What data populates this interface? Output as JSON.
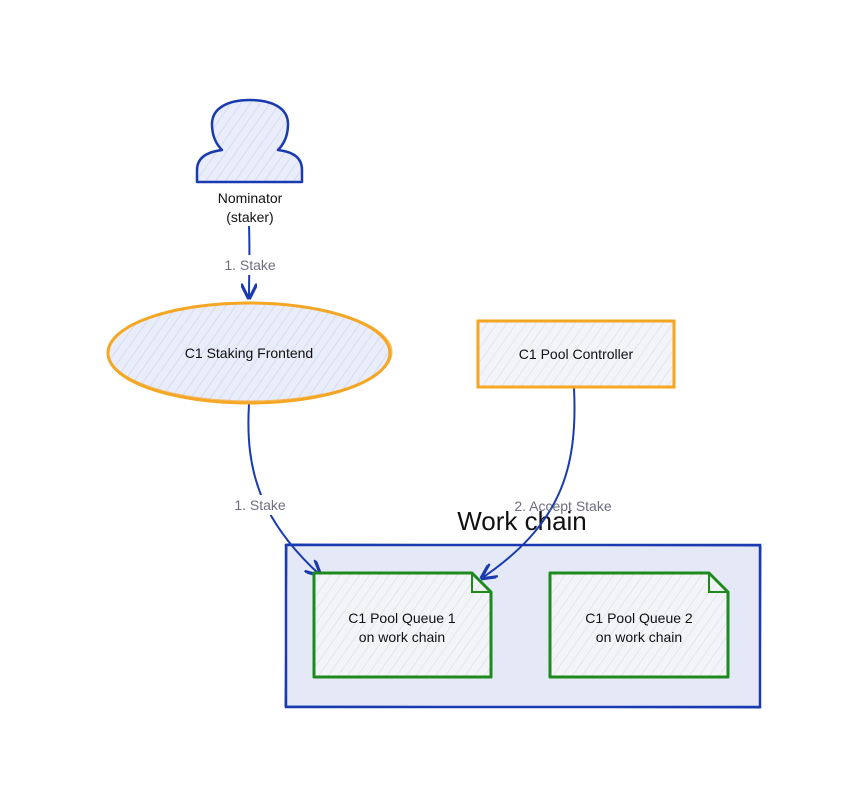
{
  "diagram": {
    "actor": {
      "line1": "Nominator",
      "line2": "(staker)"
    },
    "nodes": {
      "frontend": "C1 Staking Frontend",
      "controller": "C1 Pool Controller",
      "queue1": {
        "line1": "C1 Pool Queue 1",
        "line2": "on work chain"
      },
      "queue2": {
        "line1": "C1 Pool Queue 2",
        "line2": "on work chain"
      }
    },
    "group": {
      "label": "Work chain"
    },
    "edges": {
      "actor_to_frontend": "1. Stake",
      "frontend_to_queue1": "1. Stake",
      "controller_to_queue1": "2. Accept Stake"
    }
  },
  "colors": {
    "blue_stroke": "#1a3bb0",
    "light_fill": "#e6eaf8",
    "orange_stroke": "#f5a623",
    "green_stroke": "#1e8a1e",
    "edge_label": "#6e6e80"
  }
}
